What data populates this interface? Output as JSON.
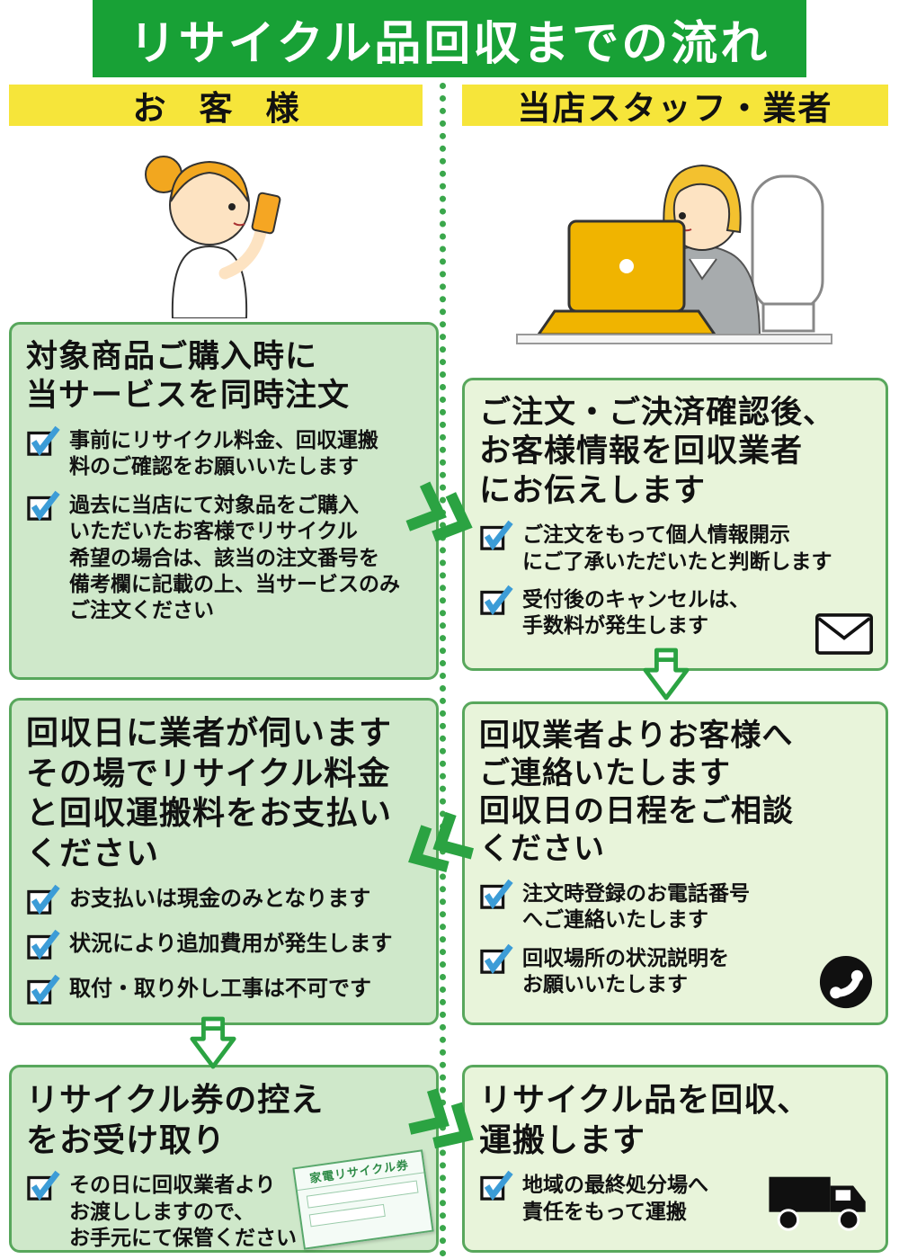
{
  "title": "リサイクル品回収までの流れ",
  "headers": {
    "left": "お　客　様",
    "right": "当店スタッフ・業者"
  },
  "colors": {
    "banner_green": "#18a136",
    "header_yellow": "#f6e53a",
    "left_box_bg": "#cfe8ca",
    "right_box_bg": "#e8f4da",
    "box_border": "#58a75c",
    "check_blue": "#3c9cd7",
    "arrow_green": "#2ba342"
  },
  "left_boxes": [
    {
      "title": "対象商品ご購入時に\n当サービスを同時注文",
      "items": [
        "事前にリサイクル料金、回収運搬\n料のご確認をお願いいたします",
        "過去に当店にて対象品をご購入\nいただいたお客様でリサイクル\n希望の場合は、該当の注文番号を\n備考欄に記載の上、当サービスのみ\nご注文ください"
      ]
    },
    {
      "title": "回収日に業者が伺います\nその場でリサイクル料金\nと回収運搬料をお支払い\nください",
      "items": [
        "お支払いは現金のみとなります",
        "状況により追加費用が発生します",
        "取付・取り外し工事は不可です"
      ]
    },
    {
      "title": "リサイクル券の控え\nをお受け取り",
      "items": [
        "その日に回収業者より\nお渡ししますので、\nお手元にて保管ください"
      ],
      "ticket_label": "家電リサイクル券"
    }
  ],
  "right_boxes": [
    {
      "title": "ご注文・ご決済確認後、\nお客様情報を回収業者\nにお伝えします",
      "items": [
        "ご注文をもって個人情報開示\nにご了承いただいたと判断します",
        "受付後のキャンセルは、\n手数料が発生します"
      ],
      "icon": "envelope-icon"
    },
    {
      "title": "回収業者よりお客様へ\nご連絡いたします\n回収日の日程をご相談\nください",
      "items": [
        "注文時登録のお電話番号\nへご連絡いたします",
        "回収場所の状況説明を\nお願いいたします"
      ],
      "icon": "phone-icon"
    },
    {
      "title": "リサイクル品を回収、\n運搬します",
      "items": [
        "地域の最終処分場へ\n責任をもって運搬"
      ],
      "icon": "truck-icon"
    }
  ]
}
